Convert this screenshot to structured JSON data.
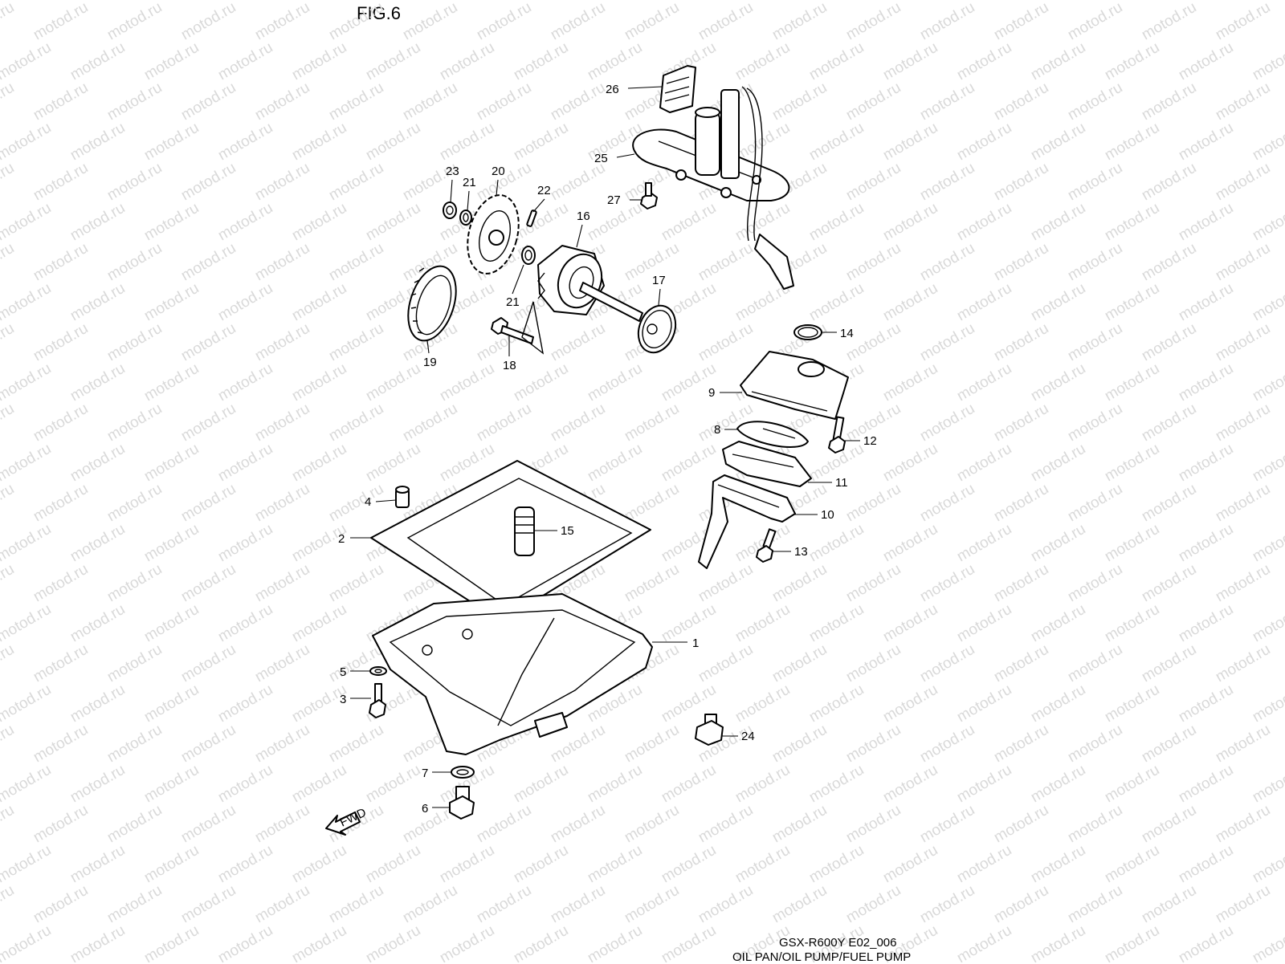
{
  "figure": {
    "title": "FIG.6",
    "model_code": "GSX-R600Y E02_006",
    "description": "OIL PAN/OIL PUMP/FUEL PUMP"
  },
  "watermark": {
    "text": "motod.ru",
    "color": "#d9d9d9"
  },
  "arrow_label": "FWD",
  "callouts": [
    {
      "id": "c1",
      "label": "1"
    },
    {
      "id": "c2",
      "label": "2"
    },
    {
      "id": "c3",
      "label": "3"
    },
    {
      "id": "c4",
      "label": "4"
    },
    {
      "id": "c5",
      "label": "5"
    },
    {
      "id": "c6",
      "label": "6"
    },
    {
      "id": "c7",
      "label": "7"
    },
    {
      "id": "c8",
      "label": "8"
    },
    {
      "id": "c9",
      "label": "9"
    },
    {
      "id": "c10",
      "label": "10"
    },
    {
      "id": "c11",
      "label": "11"
    },
    {
      "id": "c12",
      "label": "12"
    },
    {
      "id": "c13",
      "label": "13"
    },
    {
      "id": "c14",
      "label": "14"
    },
    {
      "id": "c15",
      "label": "15"
    },
    {
      "id": "c16",
      "label": "16"
    },
    {
      "id": "c17",
      "label": "17"
    },
    {
      "id": "c18",
      "label": "18"
    },
    {
      "id": "c19",
      "label": "19"
    },
    {
      "id": "c20",
      "label": "20"
    },
    {
      "id": "c21a",
      "label": "21"
    },
    {
      "id": "c21b",
      "label": "21"
    },
    {
      "id": "c22",
      "label": "22"
    },
    {
      "id": "c23",
      "label": "23"
    },
    {
      "id": "c24",
      "label": "24"
    },
    {
      "id": "c25",
      "label": "25"
    },
    {
      "id": "c26",
      "label": "26"
    },
    {
      "id": "c27",
      "label": "27"
    }
  ]
}
